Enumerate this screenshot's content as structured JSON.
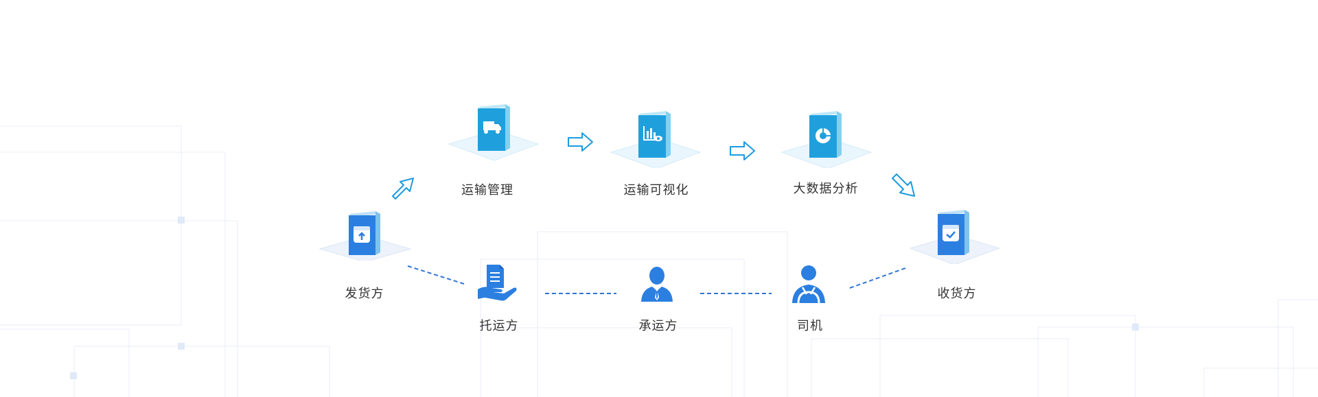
{
  "colors": {
    "primary_blue": "#2b7fe0",
    "cyan_blue": "#1fa0dd",
    "arrow_blue": "#1a9be0",
    "dash_blue": "#2f73d6",
    "platform": "#eaf1fb",
    "grid_line": "#e7eef8",
    "text": "#333333"
  },
  "nodes": {
    "shipper": {
      "label": "发货方",
      "icon": "box-up-icon"
    },
    "transport": {
      "label": "运输管理",
      "icon": "truck-icon"
    },
    "visual": {
      "label": "运输可视化",
      "icon": "chart-eye-icon"
    },
    "bigdata": {
      "label": "大数据分析",
      "icon": "pie-chart-icon"
    },
    "receiver": {
      "label": "收货方",
      "icon": "box-check-icon"
    }
  },
  "parties": {
    "consignor": {
      "label": "托运方",
      "icon": "hand-document-icon"
    },
    "carrier": {
      "label": "承运方",
      "icon": "businessman-icon"
    },
    "driver": {
      "label": "司机",
      "icon": "driver-icon"
    }
  }
}
